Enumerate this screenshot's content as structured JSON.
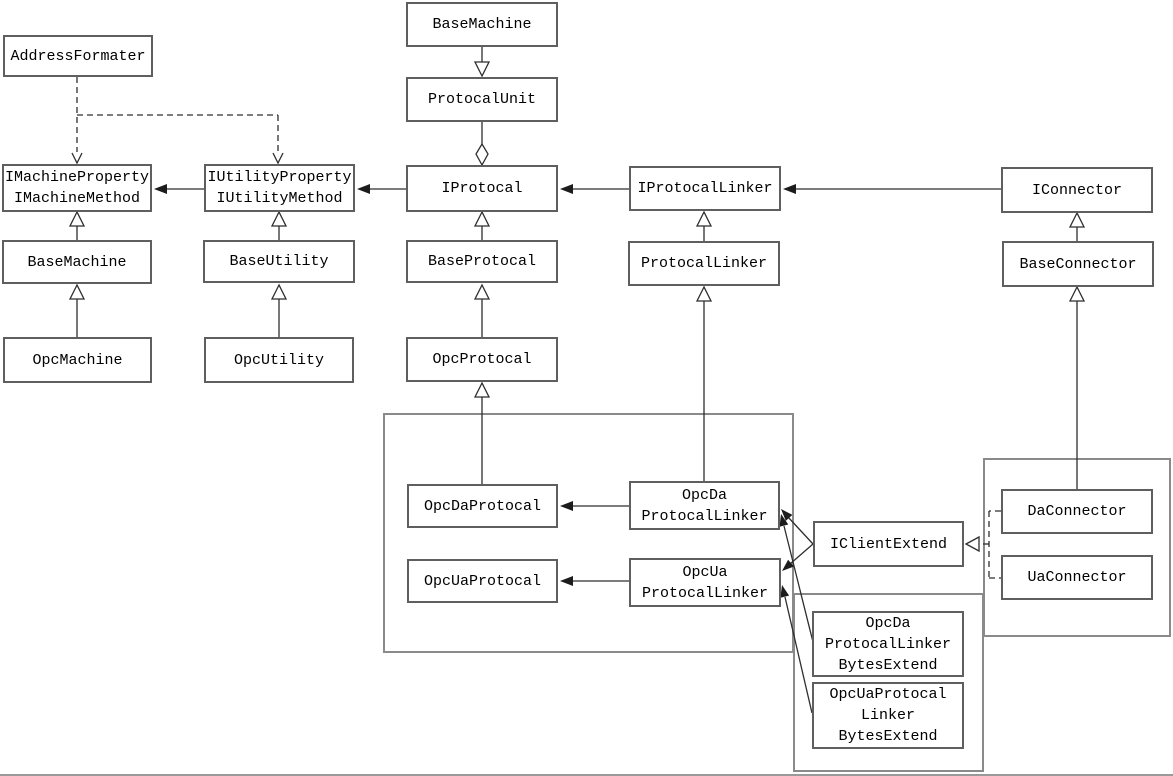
{
  "diagram": {
    "kind": "uml-class-diagram",
    "colors": {
      "background": "#ffffff",
      "line": "#2e2e2e",
      "box_border": "#5f5f5f",
      "container_border": "#8a8a8a",
      "text": "#000000"
    },
    "nodes": {
      "address_formater": {
        "lines": [
          "AddressFormater"
        ]
      },
      "imachine": {
        "lines": [
          "IMachineProperty",
          "IMachineMethod"
        ]
      },
      "iutility": {
        "lines": [
          "IUtilityProperty",
          "IUtilityMethod"
        ]
      },
      "base_machine_top": {
        "lines": [
          "BaseMachine"
        ]
      },
      "protocal_unit": {
        "lines": [
          "ProtocalUnit"
        ]
      },
      "iprotocal": {
        "lines": [
          "IProtocal"
        ]
      },
      "iprotocal_linker": {
        "lines": [
          "IProtocalLinker"
        ]
      },
      "iconnector": {
        "lines": [
          "IConnector"
        ]
      },
      "base_machine": {
        "lines": [
          "BaseMachine"
        ]
      },
      "base_utility": {
        "lines": [
          "BaseUtility"
        ]
      },
      "base_protocal": {
        "lines": [
          "BaseProtocal"
        ]
      },
      "protocal_linker": {
        "lines": [
          "ProtocalLinker"
        ]
      },
      "base_connector": {
        "lines": [
          "BaseConnector"
        ]
      },
      "opc_machine": {
        "lines": [
          "OpcMachine"
        ]
      },
      "opc_utility": {
        "lines": [
          "OpcUtility"
        ]
      },
      "opc_protocal": {
        "lines": [
          "OpcProtocal"
        ]
      },
      "opc_da_protocal": {
        "lines": [
          "OpcDaProtocal"
        ]
      },
      "opc_da_protocal_linker": {
        "lines": [
          "OpcDa",
          "ProtocalLinker"
        ]
      },
      "opc_ua_protocal": {
        "lines": [
          "OpcUaProtocal"
        ]
      },
      "opc_ua_protocal_linker": {
        "lines": [
          "OpcUa",
          "ProtocalLinker"
        ]
      },
      "iclient_extend": {
        "lines": [
          "IClientExtend"
        ]
      },
      "da_connector": {
        "lines": [
          "DaConnector"
        ]
      },
      "ua_connector": {
        "lines": [
          "UaConnector"
        ]
      },
      "opc_da_bytes_extend": {
        "lines": [
          "OpcDa",
          "ProtocalLinker",
          "BytesExtend"
        ]
      },
      "opc_ua_bytes_extend": {
        "lines": [
          "OpcUaProtocal",
          "Linker",
          "BytesExtend"
        ]
      }
    },
    "edges": [
      {
        "from": "AddressFormater",
        "to": "IMachineProperty/IMachineMethod",
        "type": "dashed-dependency"
      },
      {
        "from": "AddressFormater",
        "to": "IUtilityProperty/IUtilityMethod",
        "type": "dashed-dependency"
      },
      {
        "from": "IProtocal",
        "to": "IUtilityProperty/IUtilityMethod",
        "type": "filled-arrow"
      },
      {
        "from": "IUtilityProperty/IUtilityMethod",
        "to": "IMachineProperty/IMachineMethod",
        "type": "filled-arrow"
      },
      {
        "from": "IProtocalLinker",
        "to": "IProtocal",
        "type": "filled-arrow"
      },
      {
        "from": "IConnector",
        "to": "IProtocalLinker",
        "type": "filled-arrow"
      },
      {
        "from": "BaseMachine",
        "to": "ProtocalUnit",
        "type": "hollow-triangle"
      },
      {
        "from": "ProtocalUnit",
        "to": "IProtocal",
        "type": "aggregation-diamond"
      },
      {
        "from": "BaseMachine",
        "to": "IMachineProperty/IMachineMethod",
        "type": "inherits"
      },
      {
        "from": "OpcMachine",
        "to": "BaseMachine",
        "type": "inherits"
      },
      {
        "from": "BaseUtility",
        "to": "IUtilityProperty/IUtilityMethod",
        "type": "inherits"
      },
      {
        "from": "OpcUtility",
        "to": "BaseUtility",
        "type": "inherits"
      },
      {
        "from": "BaseProtocal",
        "to": "IProtocal",
        "type": "inherits"
      },
      {
        "from": "OpcProtocal",
        "to": "BaseProtocal",
        "type": "inherits"
      },
      {
        "from": "OpcDaProtocal",
        "to": "OpcProtocal",
        "type": "inherits"
      },
      {
        "from": "ProtocalLinker",
        "to": "IProtocalLinker",
        "type": "inherits"
      },
      {
        "from": "OpcDaProtocalLinker",
        "to": "ProtocalLinker",
        "type": "inherits"
      },
      {
        "from": "BaseConnector",
        "to": "IConnector",
        "type": "inherits"
      },
      {
        "from": "DaConnector",
        "to": "BaseConnector",
        "type": "inherits"
      },
      {
        "from": "OpcDaProtocalLinker",
        "to": "OpcDaProtocal",
        "type": "filled-arrow"
      },
      {
        "from": "OpcUaProtocalLinker",
        "to": "OpcUaProtocal",
        "type": "filled-arrow"
      },
      {
        "from": "IClientExtend",
        "to": "OpcDaProtocalLinker",
        "type": "filled-arrow"
      },
      {
        "from": "IClientExtend",
        "to": "OpcUaProtocalLinker",
        "type": "filled-arrow"
      },
      {
        "from": "OpcDaProtocalLinkerBytesExtend",
        "to": "OpcDaProtocalLinker",
        "type": "filled-arrow"
      },
      {
        "from": "OpcUaProtocalLinkerBytesExtend",
        "to": "OpcUaProtocalLinker",
        "type": "filled-arrow"
      },
      {
        "from": "DaConnector",
        "to": "IClientExtend",
        "type": "dashed-realization"
      },
      {
        "from": "UaConnector",
        "to": "IClientExtend",
        "type": "dashed-realization"
      }
    ]
  }
}
